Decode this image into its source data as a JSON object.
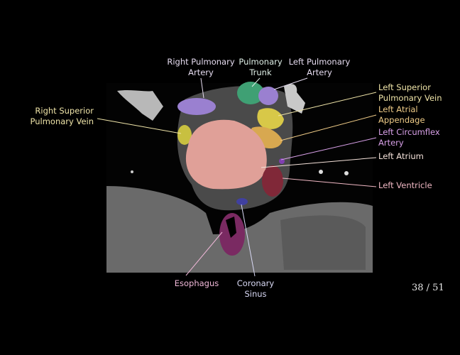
{
  "labels": {
    "right_pulmonary_artery": {
      "line1": "Right Pulmonary",
      "line2": "Artery",
      "color": "#e6dcf0"
    },
    "pulmonary_trunk": {
      "line1": "Pulmonary",
      "line2": "Trunk",
      "color": "#e0f0e8"
    },
    "left_pulmonary_artery": {
      "line1": "Left Pulmonary",
      "line2": "Artery",
      "color": "#e6dcf0"
    },
    "left_superior_pulmonary_vein": {
      "line1": "Left Superior",
      "line2": "Pulmonary Vein",
      "color": "#efe4a8"
    },
    "right_superior_pulmonary_vein": {
      "line1": "Right Superior",
      "line2": "Pulmonary Vein",
      "color": "#efe4a8"
    },
    "left_atrial_appendage": {
      "line1": "Left Atrial",
      "line2": "Appendage",
      "color": "#f0cc88"
    },
    "left_circumflex_artery": {
      "line1": "Left Circumflex",
      "line2": "Artery",
      "color": "#d8a0e8"
    },
    "left_atrium": {
      "line1": "Left Atrium",
      "color": "#f5e2da"
    },
    "left_ventricle": {
      "line1": "Left Ventricle",
      "color": "#f0b8c4"
    },
    "esophagus": {
      "line1": "Esophagus",
      "color": "#f0b8d8"
    },
    "coronary_sinus": {
      "line1": "Coronary",
      "line2": "Sinus",
      "color": "#d8d8f4"
    }
  },
  "page_counter": "38 / 51"
}
